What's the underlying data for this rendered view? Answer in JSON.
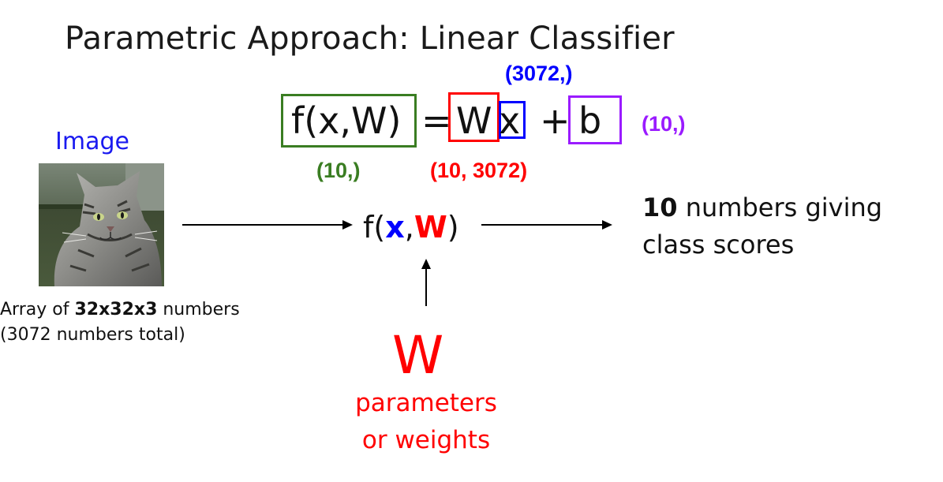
{
  "slide": {
    "title": "Parametric Approach: Linear Classifier"
  },
  "equation": {
    "lhs": "f(x,W)",
    "equals": "=",
    "W": "W",
    "x": "x",
    "plus": "+",
    "b": "b",
    "colors": {
      "lhs_box": "#3a7d22",
      "W_box": "#ff0000",
      "x_box": "#0000ff",
      "b_box": "#9a1bff"
    }
  },
  "dims": {
    "x": "(3072,)",
    "b": "(10,)",
    "lhs": "(10,)",
    "W": "(10, 3072)"
  },
  "input": {
    "label": "Image",
    "image_icon": "cat-photo",
    "desc_prefix": "Array of ",
    "desc_bold": "32x32x3",
    "desc_suffix": " numbers",
    "desc_line2": "(3072 numbers total)"
  },
  "function": {
    "prefix": "f(",
    "x": "x",
    "comma": ",",
    "W": "W",
    "suffix": ")"
  },
  "output": {
    "bold": "10",
    "line1_rest": " numbers giving",
    "line2": "class scores"
  },
  "params": {
    "symbol": "W",
    "line1": "parameters",
    "line2": "or weights"
  }
}
